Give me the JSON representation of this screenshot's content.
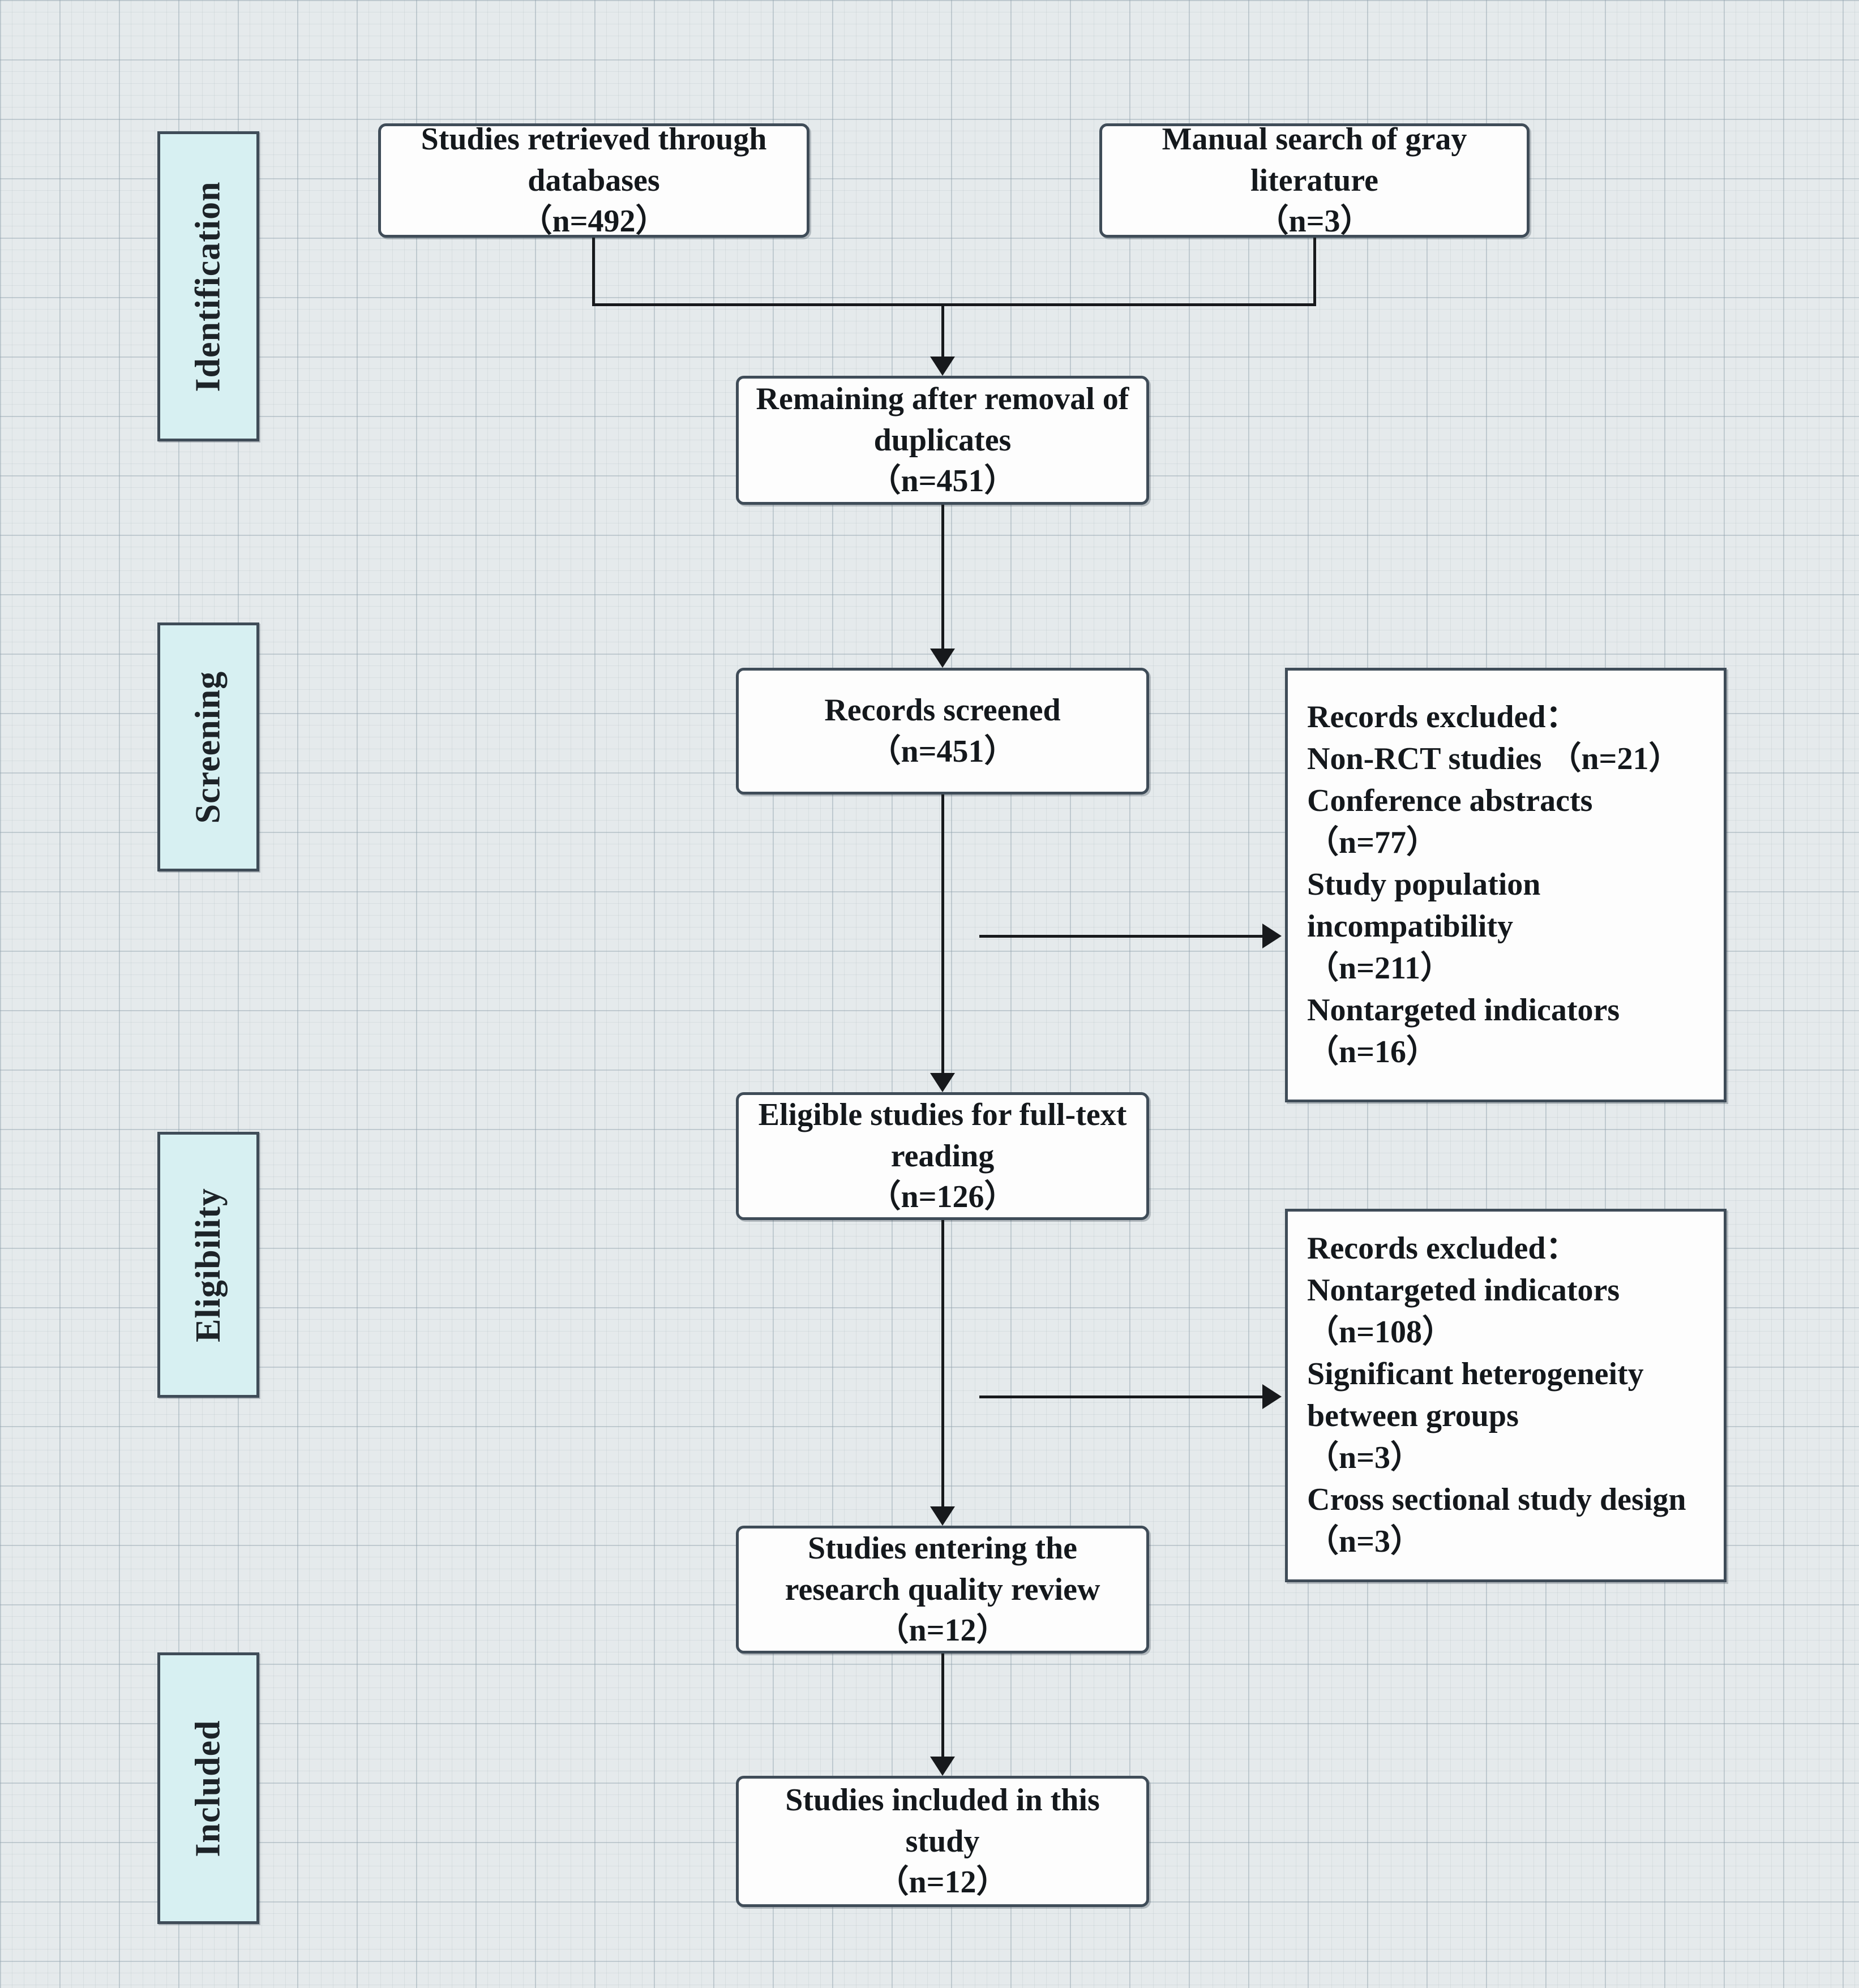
{
  "diagram": {
    "type": "prisma-flow-diagram",
    "background_color": "#e5eaec",
    "stage_chip_color": "#d7f0f2",
    "border_color": "#3f4c58",
    "connector_color": "#17191c"
  },
  "stages": [
    {
      "id": "identification",
      "label": "Identification"
    },
    {
      "id": "screening",
      "label": "Screening"
    },
    {
      "id": "eligibility",
      "label": "Eligibility"
    },
    {
      "id": "included",
      "label": "Included"
    }
  ],
  "nodes": {
    "databases": {
      "label": "Studies retrieved through\ndatabases\n（n=492）",
      "n": 492
    },
    "gray": {
      "label": "Manual search of gray\nliterature\n（n=3）",
      "n": 3
    },
    "deduped": {
      "label": "Remaining after removal of\nduplicates\n（n=451）",
      "n": 451
    },
    "screened": {
      "label": "Records screened\n（n=451）",
      "n": 451
    },
    "fulltext": {
      "label": "Eligible studies for full-text\nreading\n（n=126）",
      "n": 126
    },
    "quality": {
      "label": "Studies entering the\nresearch quality review\n（n=12）",
      "n": 12
    },
    "included": {
      "label": "Studies included in this\nstudy\n（n=12）",
      "n": 12
    }
  },
  "exclusions": {
    "screening": {
      "title": "Records excluded：",
      "text": "Records excluded：\nNon-RCT studies （n=21）\nConference abstracts\n  （n=77）\nStudy population\nincompatibility\n  （n=211）\nNontargeted indicators\n  （n=16）",
      "reasons": [
        {
          "reason": "Non-RCT studies",
          "n": 21
        },
        {
          "reason": "Conference abstracts",
          "n": 77
        },
        {
          "reason": "Study population incompatibility",
          "n": 211
        },
        {
          "reason": "Nontargeted indicators",
          "n": 16
        }
      ]
    },
    "eligibility": {
      "title": "Records excluded：",
      "text": "Records excluded：\nNontargeted indicators\n  （n=108）\nSignificant heterogeneity\nbetween groups\n  （n=3）\nCross sectional study design\n  （n=3）",
      "reasons": [
        {
          "reason": "Nontargeted indicators",
          "n": 108
        },
        {
          "reason": "Significant heterogeneity between groups",
          "n": 3
        },
        {
          "reason": "Cross sectional study design",
          "n": 3
        }
      ]
    }
  }
}
